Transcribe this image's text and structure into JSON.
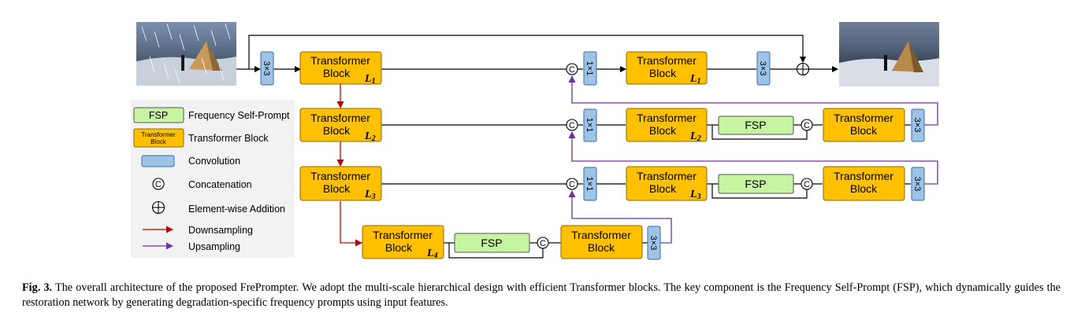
{
  "colors": {
    "transformer_fill": "#ffc000",
    "transformer_stroke": "#8a6a00",
    "conv_fill": "#9dc3e6",
    "fsp_fill": "#c6f4a0",
    "downsample": "#c00000",
    "upsample": "#7030a0",
    "legend_bg": "#f2f2f2"
  },
  "blocks": {
    "transformer_line1": "Transformer",
    "transformer_line2": "Block",
    "fsp": "FSP",
    "conv1": "1×1",
    "conv3": "3×3",
    "concat": "C",
    "level1": "L1",
    "level2": "L2",
    "level3": "L3",
    "level4": "L4"
  },
  "legend": {
    "fsp_box": "FSP",
    "fsp_desc": "Frequency Self-Prompt",
    "tb_box_line1": "Transformer",
    "tb_box_line2": "Block",
    "tb_desc": "Transformer Block",
    "conv_desc": "Convolution",
    "concat_desc": "Concatenation",
    "add_desc": "Element-wise Addition",
    "down_desc": "Downsampling",
    "up_desc": "Upsampling"
  },
  "caption": {
    "label": "Fig. 3.",
    "text": "The overall architecture of the proposed FrePrompter. We adopt the multi-scale hierarchical design with efficient Transformer blocks. The key component is the Frequency Self-Prompt (FSP), which dynamically guides the restoration network by generating degradation-specific frequency prompts using input features."
  }
}
